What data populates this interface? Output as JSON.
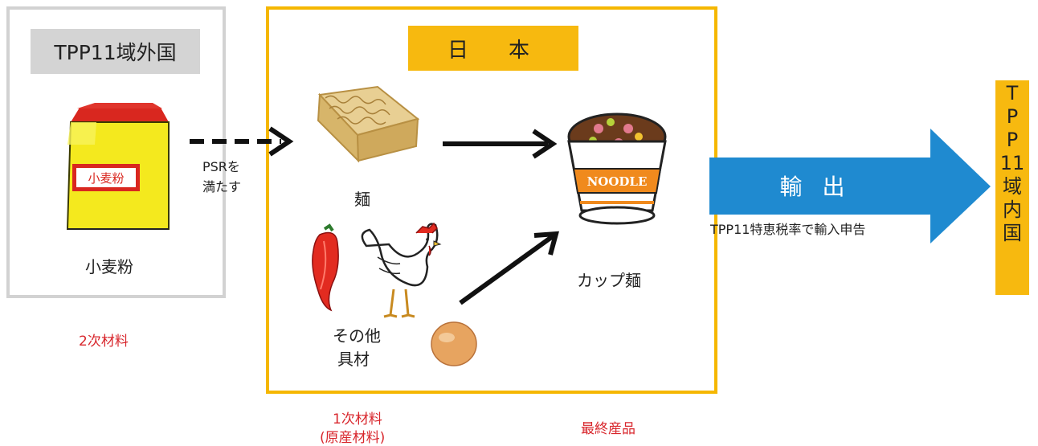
{
  "regions": {
    "outside_country": "TPP11域外国",
    "japan": "日　本",
    "destination": "TPP11域内国"
  },
  "items": {
    "flour": "小麦粉",
    "flour_bag_label": "小麦粉",
    "noodles": "麺",
    "cup_noodle": "カップ麺",
    "cup_label": "NOODLE",
    "other_ingredients_line1": "その他",
    "other_ingredients_line2": "具材"
  },
  "arrows": {
    "psr_line1": "PSRを",
    "psr_line2": "満たす",
    "export": "輸 出",
    "export_note": "TPP11特恵税率で輸入申告"
  },
  "materials": {
    "secondary": "2次材料",
    "primary_line1": "1次材料",
    "primary_line2": "(原産材料)",
    "final": "最終産品"
  },
  "colors": {
    "grey_box": "#d2d2d2",
    "japan_box": "#f5b700",
    "export_arrow": "#1f8ad0",
    "material_label": "#d8262c"
  }
}
